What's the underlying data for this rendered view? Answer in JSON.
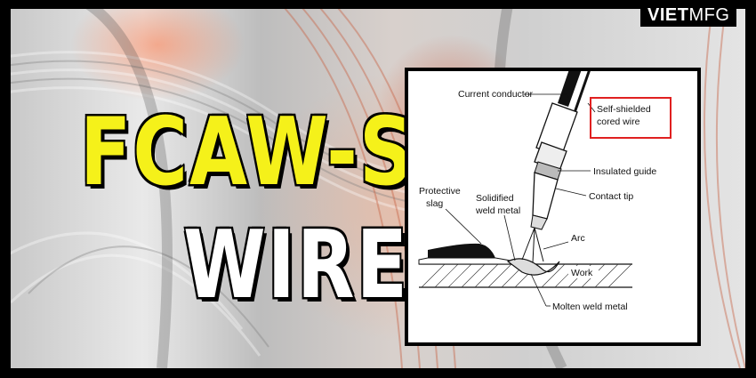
{
  "brand": {
    "bold": "VIET",
    "light": "MFG"
  },
  "title": {
    "line1": "FCAW-S",
    "line2": "WIRE"
  },
  "colors": {
    "title_yellow": "#f5f11a",
    "highlight_red": "#e02020"
  },
  "diagram": {
    "labels": {
      "current_conductor": "Current conductor",
      "self_shielded_1": "Self-shielded",
      "self_shielded_2": "cored wire",
      "insulated_guide": "Insulated guide",
      "contact_tip": "Contact tip",
      "protective_1": "Protective",
      "protective_2": "slag",
      "solidified_1": "Solidified",
      "solidified_2": "weld metal",
      "arc": "Arc",
      "work": "Work",
      "molten": "Molten weld metal"
    }
  }
}
